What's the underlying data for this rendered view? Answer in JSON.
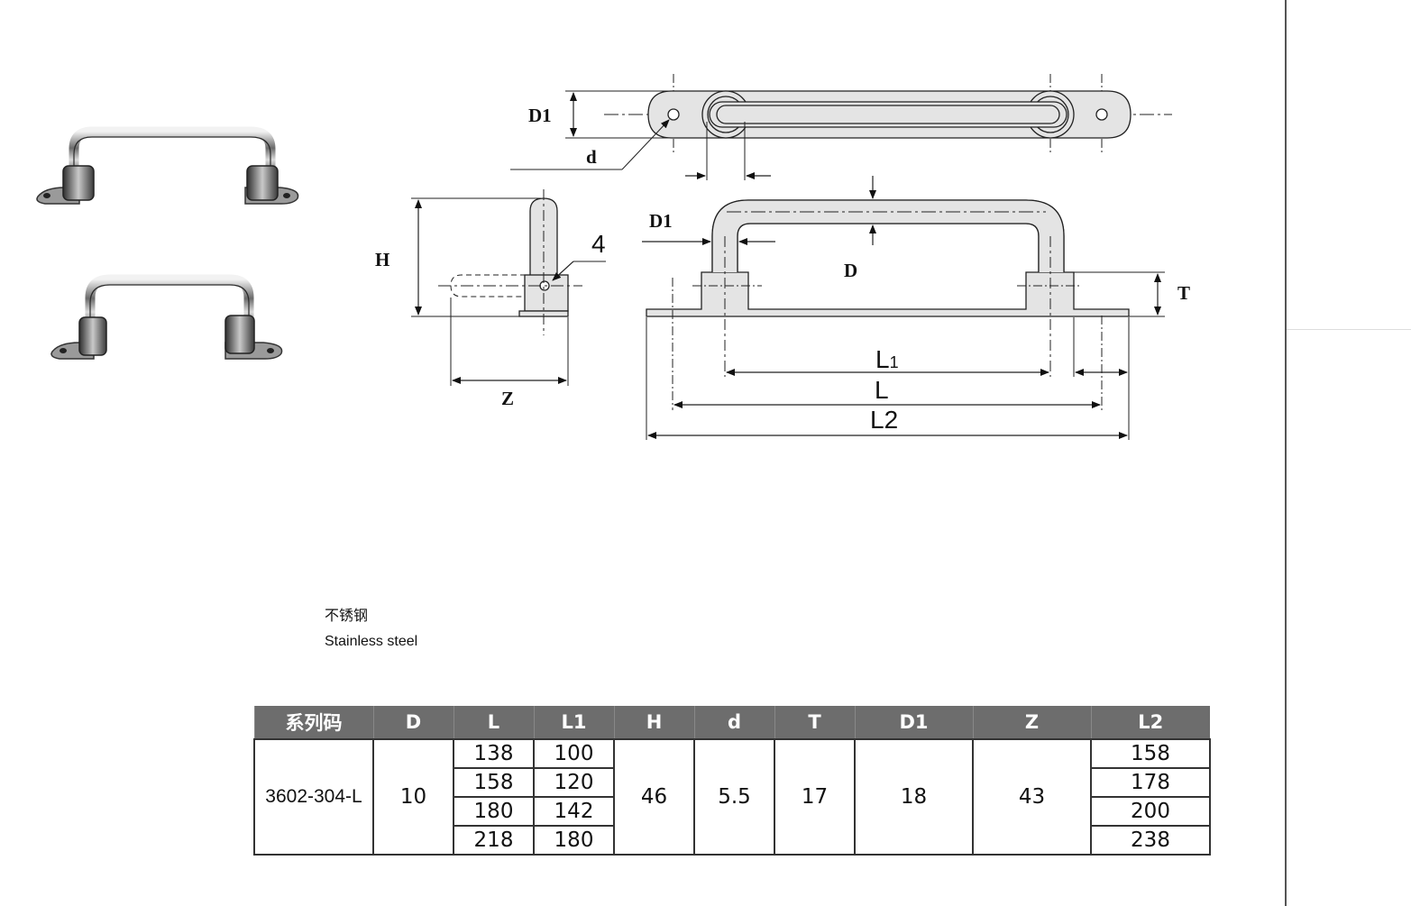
{
  "drawing": {
    "labels": {
      "D1_top": "D1",
      "d": "d",
      "H": "H",
      "four": "4",
      "Z": "Z",
      "D1_front": "D1",
      "D": "D",
      "T": "T",
      "L1": "L",
      "L1_sub": "1",
      "L": "L",
      "L2": "L2"
    }
  },
  "material": {
    "zh": "不锈钢",
    "en": "Stainless steel"
  },
  "table": {
    "headers": [
      "系列码",
      "D",
      "L",
      "L1",
      "H",
      "d",
      "T",
      "D1",
      "Z",
      "L2"
    ],
    "code": "3602-304-L",
    "D": "10",
    "H": "46",
    "d": "5.5",
    "T": "17",
    "D1": "18",
    "Z": "43",
    "rows": [
      {
        "L": "138",
        "L1": "100",
        "L2": "158"
      },
      {
        "L": "158",
        "L1": "120",
        "L2": "178"
      },
      {
        "L": "180",
        "L1": "142",
        "L2": "200"
      },
      {
        "L": "218",
        "L1": "180",
        "L2": "238"
      }
    ]
  },
  "colors": {
    "header_bg": "#6d6d6d",
    "line": "#222222",
    "part_fill": "#e4e4e4"
  }
}
